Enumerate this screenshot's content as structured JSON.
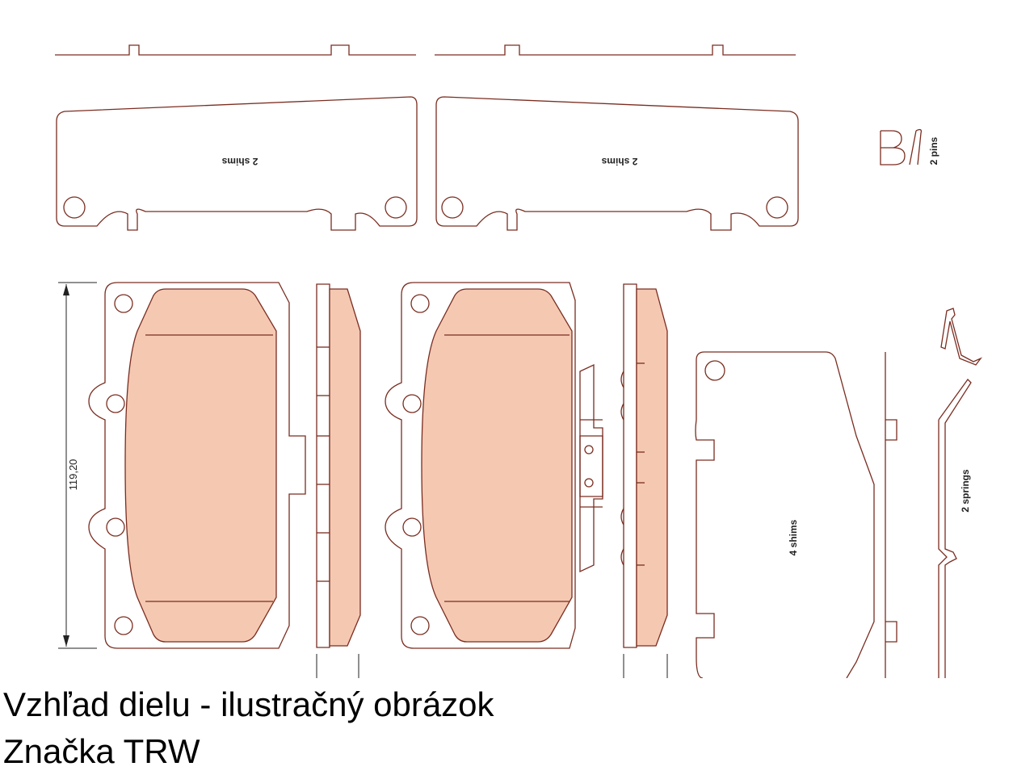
{
  "diagram": {
    "label_shims_2": "2 shims",
    "label_pins_2": "2 pins",
    "label_shims_4": "4 shims",
    "label_springs_2": "2 springs",
    "dimension_height": "119,20",
    "colors": {
      "outline": "#7a2d20",
      "friction_material": "#f5c8b2",
      "background": "#ffffff"
    }
  },
  "caption": {
    "line1": "Vzhľad dielu - ilustračný obrázok",
    "line2": "Značka TRW"
  }
}
